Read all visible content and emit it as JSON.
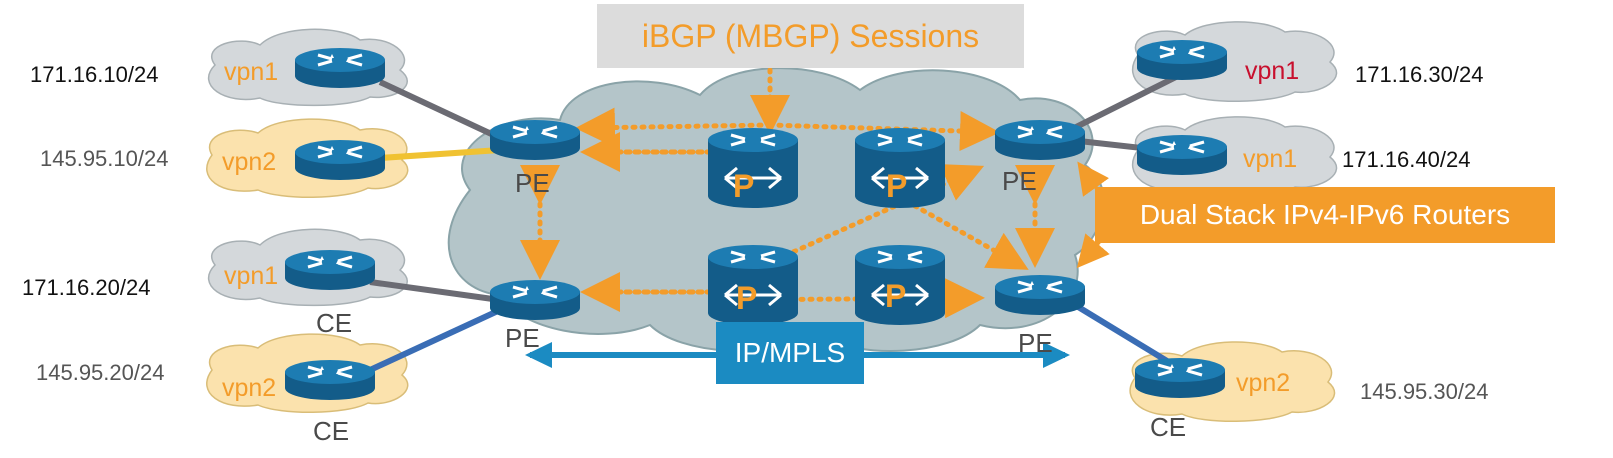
{
  "title": "iBGP (MBGP) Sessions",
  "callout": "Dual Stack IPv4-IPv6 Routers",
  "backbone_label": "IP/MPLS",
  "roles": {
    "pe": "PE",
    "ce": "CE",
    "p": "P"
  },
  "sites": [
    {
      "vpn": "vpn1",
      "address": "171.16.10/24"
    },
    {
      "vpn": "vpn2",
      "address": "145.95.10/24"
    },
    {
      "vpn": "vpn1",
      "address": "171.16.20/24"
    },
    {
      "vpn": "vpn2",
      "address": "145.95.20/24"
    },
    {
      "vpn": "vpn1",
      "address": "171.16.30/24"
    },
    {
      "vpn": "vpn1",
      "address": "171.16.40/24"
    },
    {
      "vpn": "vpn2",
      "address": "145.95.30/24"
    }
  ],
  "colors": {
    "accent": "#f39c2a",
    "cloud": "#b4c5c9",
    "vpn1_cloud": "#d4d8db",
    "vpn2_cloud": "#fbe2ad",
    "router": "#1d7cb2",
    "backbone_box": "#1b8bc2",
    "vpn1_link": "#6b6b73",
    "vpn2_link_left_top": "#f0c232",
    "vpn2_link_blue": "#3a6db5",
    "callout_box": "#f39c2a",
    "title_box": "#dcdcdc",
    "red_label": "#c8102e"
  },
  "icons": {
    "router": "router-icon",
    "switch_router": "p-router-icon"
  }
}
